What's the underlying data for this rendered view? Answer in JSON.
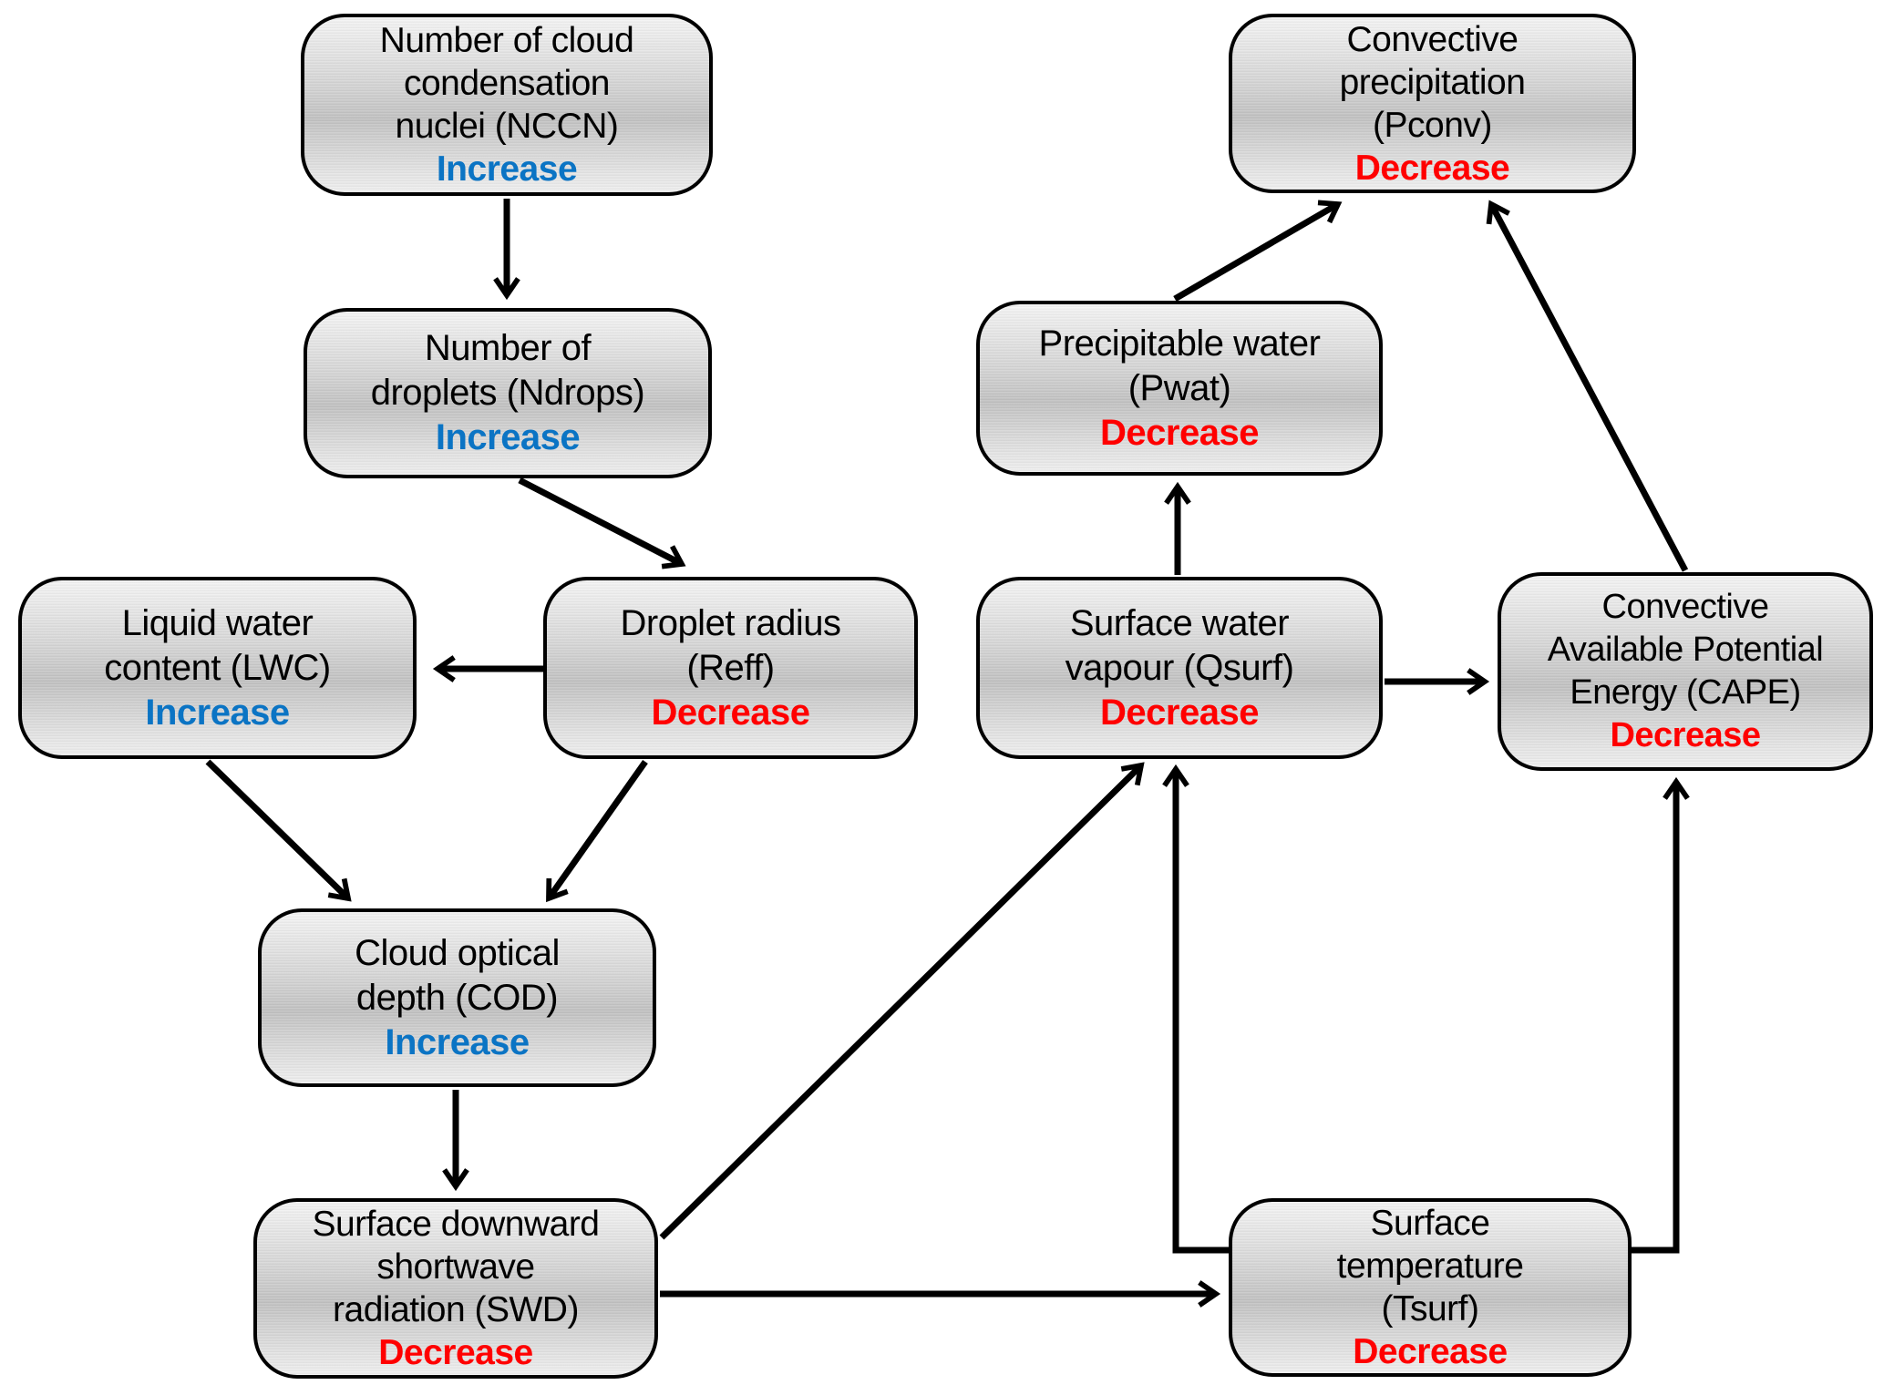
{
  "colors": {
    "increase": "#0B74C4",
    "decrease": "#FF0000",
    "box_border": "#000000",
    "arrow": "#000000"
  },
  "nodes": {
    "nccn": {
      "label": "Number of cloud\ncondensation\nnuclei (NCCN)",
      "status": "Increase",
      "direction": "increase"
    },
    "ndrops": {
      "label": "Number of\ndroplets (Ndrops)",
      "status": "Increase",
      "direction": "increase"
    },
    "lwc": {
      "label": "Liquid water\ncontent (LWC)",
      "status": "Increase",
      "direction": "increase"
    },
    "reff": {
      "label": "Droplet radius\n(Reff)",
      "status": "Decrease",
      "direction": "decrease"
    },
    "cod": {
      "label": "Cloud optical\ndepth (COD)",
      "status": "Increase",
      "direction": "increase"
    },
    "swd": {
      "label": "Surface downward\nshortwave\nradiation (SWD)",
      "status": "Decrease",
      "direction": "decrease"
    },
    "pwat": {
      "label": "Precipitable water\n(Pwat)",
      "status": "Decrease",
      "direction": "decrease"
    },
    "qsurf": {
      "label": "Surface water\nvapour (Qsurf)",
      "status": "Decrease",
      "direction": "decrease"
    },
    "pconv": {
      "label": "Convective\nprecipitation\n(Pconv)",
      "status": "Decrease",
      "direction": "decrease"
    },
    "cape": {
      "label": "Convective\nAvailable Potential\nEnergy (CAPE)",
      "status": "Decrease",
      "direction": "decrease"
    },
    "tsurf": {
      "label": "Surface\ntemperature\n(Tsurf)",
      "status": "Decrease",
      "direction": "decrease"
    }
  },
  "edges": [
    {
      "from": "nccn",
      "to": "ndrops"
    },
    {
      "from": "ndrops",
      "to": "reff"
    },
    {
      "from": "reff",
      "to": "lwc"
    },
    {
      "from": "lwc",
      "to": "cod"
    },
    {
      "from": "reff",
      "to": "cod"
    },
    {
      "from": "cod",
      "to": "swd"
    },
    {
      "from": "swd",
      "to": "qsurf"
    },
    {
      "from": "swd",
      "to": "tsurf"
    },
    {
      "from": "tsurf",
      "to": "qsurf"
    },
    {
      "from": "tsurf",
      "to": "cape"
    },
    {
      "from": "qsurf",
      "to": "pwat"
    },
    {
      "from": "qsurf",
      "to": "cape"
    },
    {
      "from": "pwat",
      "to": "pconv"
    },
    {
      "from": "cape",
      "to": "pconv"
    }
  ]
}
